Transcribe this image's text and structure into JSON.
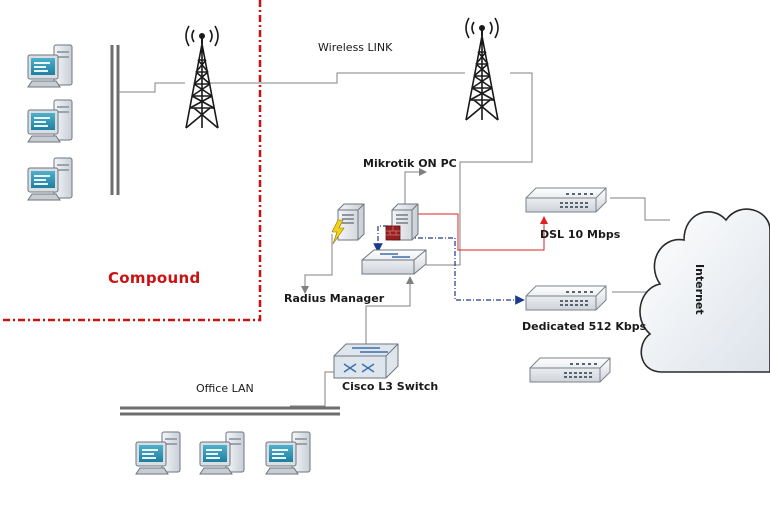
{
  "labels": {
    "wireless_link": "Wireless LINK",
    "mikrotik": "Mikrotik ON PC",
    "dsl": "DSL 10 Mbps",
    "dedicated": "Dedicated 512 Kbps",
    "radius": "Radius Manager",
    "cisco": "Cisco L3 Switch",
    "office_lan": "Office LAN",
    "compound": "Compound",
    "internet": "Internet"
  },
  "colors": {
    "compound_border": "#cc1111",
    "compound_text": "#cc1111",
    "red_link": "#e02020",
    "blue_link": "#1a3a8a",
    "gray_line": "#808080"
  }
}
